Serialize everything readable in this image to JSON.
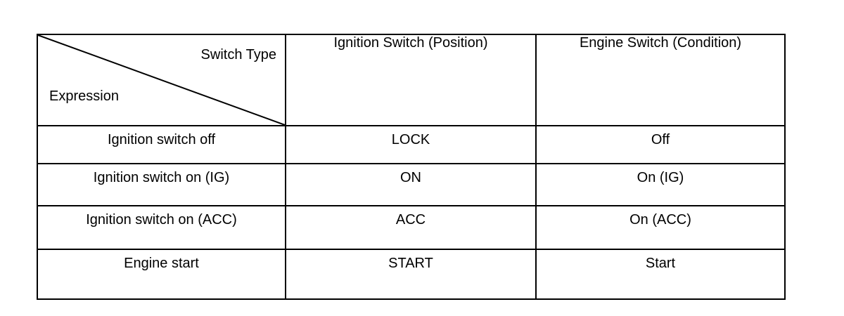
{
  "table": {
    "corner": {
      "top_label": "Switch Type",
      "bottom_label": "Expression",
      "has_diagonal": true
    },
    "columns": [
      {
        "key": "expression",
        "label": ""
      },
      {
        "key": "ignition_switch",
        "label": "Ignition Switch (Position)"
      },
      {
        "key": "engine_switch",
        "label": "Engine Switch (Condition)"
      }
    ],
    "rows": [
      {
        "expression": "Ignition switch off",
        "ignition_switch": "LOCK",
        "engine_switch": "Off"
      },
      {
        "expression": "Ignition switch on (IG)",
        "ignition_switch": "ON",
        "engine_switch": "On (IG)"
      },
      {
        "expression": "Ignition switch on (ACC)",
        "ignition_switch": "ACC",
        "engine_switch": "On (ACC)"
      },
      {
        "expression": "Engine start",
        "ignition_switch": "START",
        "engine_switch": "Start"
      }
    ]
  },
  "style": {
    "border_color": "#000000",
    "text_color": "#000000",
    "background_color": "#ffffff"
  }
}
